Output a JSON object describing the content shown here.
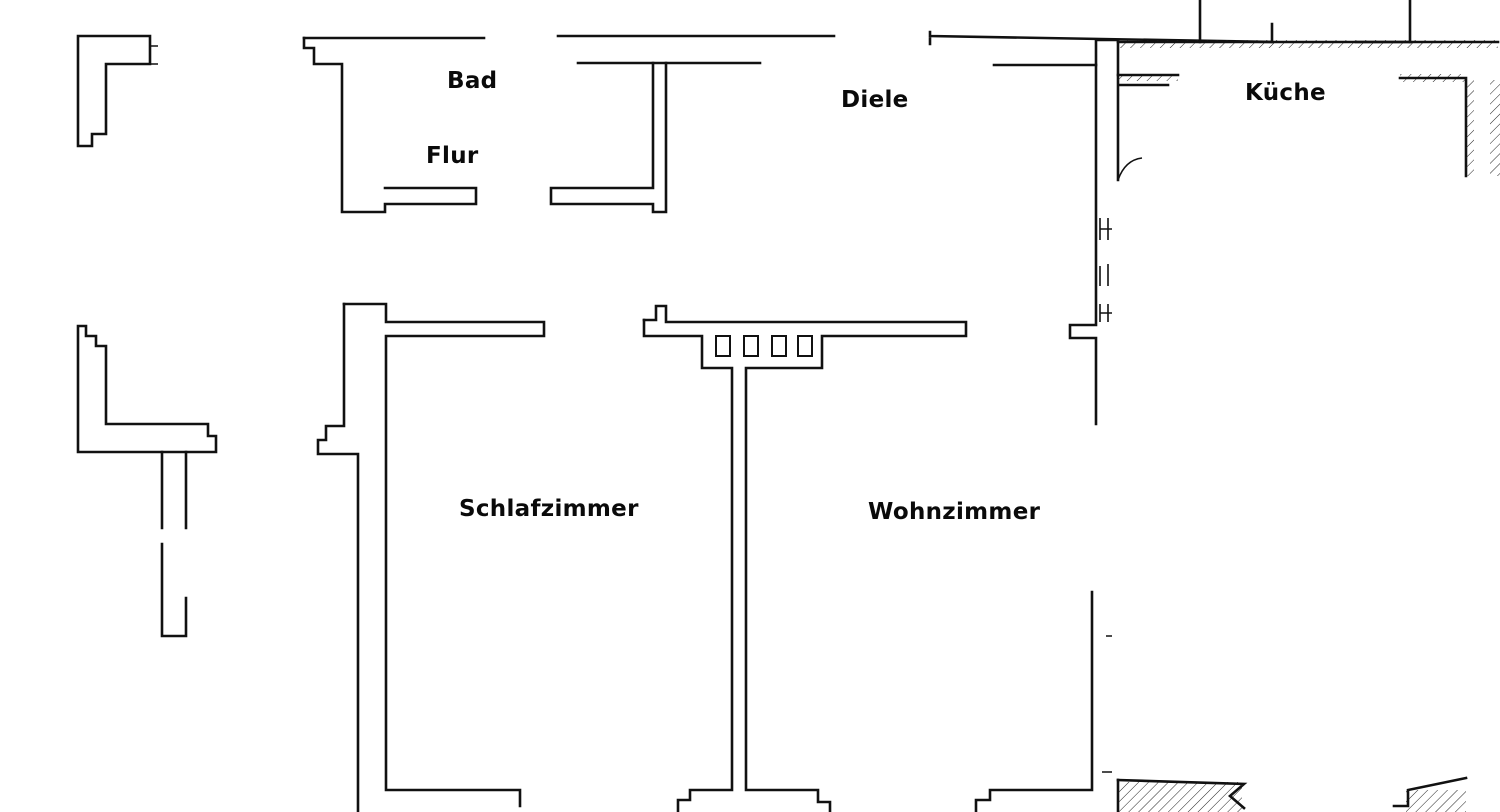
{
  "rooms": {
    "bad": "Bad",
    "flur": "Flur",
    "diele": "Diele",
    "kueche": "Küche",
    "schlafzimmer": "Schlafzimmer",
    "wohnzimmer": "Wohnzimmer"
  },
  "colors": {
    "wall": "#111111",
    "background": "#ffffff",
    "label": "#0a0a0a"
  }
}
